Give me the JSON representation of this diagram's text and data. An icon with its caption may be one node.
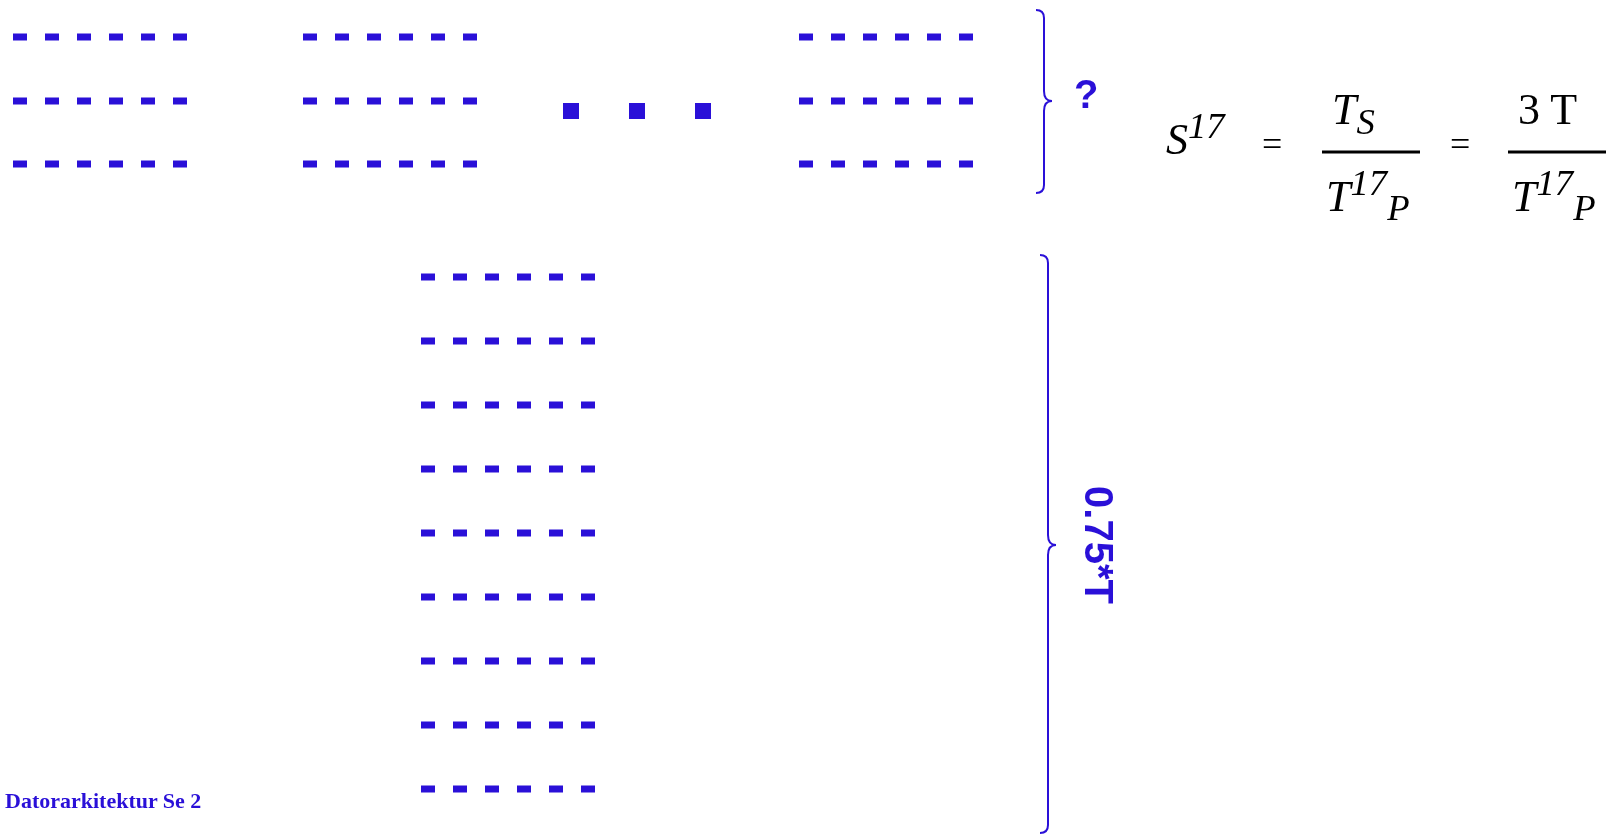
{
  "diagram": {
    "labels": [
      "?",
      "S$^{17}$",
      "=",
      "T$_{S}$",
      "T$^{17}$$_{P}$",
      "=",
      "3 T",
      "T$^{17}$$_{P}$",
      "0.75*T",
      "Datorarkitektur  Se 2"
    ]
  }
}
